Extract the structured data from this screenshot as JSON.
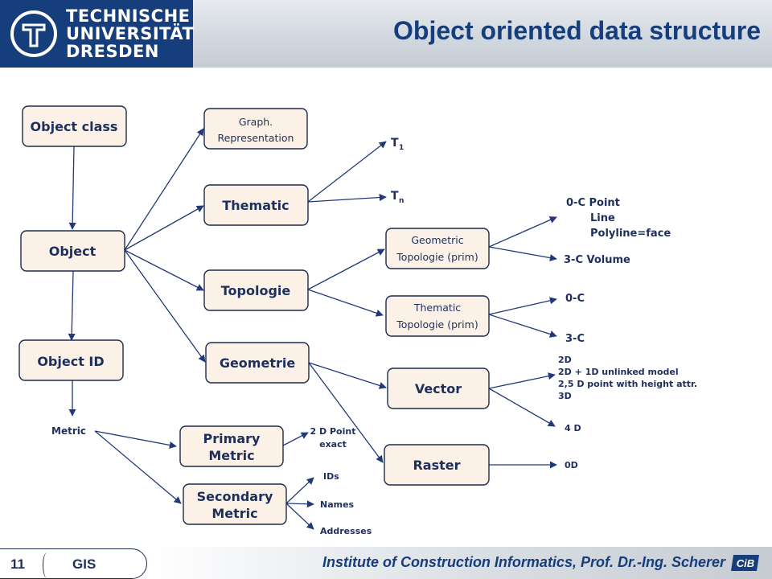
{
  "header": {
    "university_lines": [
      "TECHNISCHE",
      "UNIVERSITÄT",
      "DRESDEN"
    ],
    "title": "Object oriented data structure"
  },
  "diagram": {
    "object_class": "Object class",
    "object": "Object",
    "object_id": "Object ID",
    "metric": "Metric",
    "graph_rep": [
      "Graph.",
      "Representation"
    ],
    "thematic": "Thematic",
    "topologie": "Topologie",
    "geometrie": "Geometrie",
    "t1_base": "T",
    "t1_sub": "1",
    "tn_base": "T",
    "tn_sub": "n",
    "geo_topo": [
      "Geometric",
      "Topologie (prim)"
    ],
    "them_topo": [
      "Thematic",
      "Topologie (prim)"
    ],
    "vector": "Vector",
    "raster": "Raster",
    "geo_0c": [
      "0-C Point",
      "Line",
      "Polyline=face"
    ],
    "geo_3c": "3-C Volume",
    "them_0c": "0-C",
    "them_3c": "3-C",
    "vector_list": [
      "2D",
      "2D + 1D unlinked model",
      "2,5 D point with height attr.",
      "3D"
    ],
    "vector_4d": "4 D",
    "raster_0d": "0D",
    "primary_metric": [
      "Primary",
      "Metric"
    ],
    "secondary_metric": [
      "Secondary",
      "Metric"
    ],
    "primary_value": [
      "2 D Point",
      "exact"
    ],
    "secondary_items": [
      "IDs",
      "Names",
      "Addresses"
    ]
  },
  "footer": {
    "slide_number": "11",
    "course": "GIS",
    "institute": "Institute of Construction Informatics, Prof. Dr.-Ing. Scherer",
    "logo_text": "CiB"
  }
}
